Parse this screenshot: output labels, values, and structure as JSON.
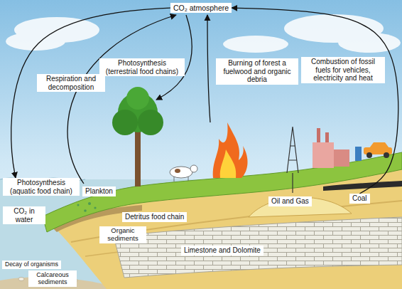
{
  "diagram": {
    "nodes": [
      {
        "text": [
          "CO₂ atmosphere"
        ]
      },
      {
        "text": [
          "Photosynthesis (terrestrial food chains)"
        ]
      },
      {
        "text": [
          "Burning of forest a fuelwood and organic debria"
        ]
      },
      {
        "text": [
          "Combustion of fossil fuels for vehicles, electricity and heat"
        ]
      },
      {
        "text": [
          "Respiration and decomposition"
        ]
      },
      {
        "text": [
          "Photosynthesis (aquatic food chain)"
        ]
      },
      {
        "text": [
          "Plankton"
        ]
      },
      {
        "text": [
          "CO₂ in water"
        ]
      },
      {
        "text": [
          "Detritus food chain"
        ]
      },
      {
        "text": [
          "Organic sediments"
        ]
      },
      {
        "text": [
          "Oil and Gas"
        ]
      },
      {
        "text": [
          "Coal"
        ]
      },
      {
        "text": [
          "Limestone and Dolomite"
        ]
      },
      {
        "text": [
          "Decay of organisms"
        ]
      },
      {
        "text": [
          "Calcareous sediments"
        ]
      }
    ],
    "edges": [
      {
        "from": 0,
        "to": 5,
        "arrow": "to"
      },
      {
        "from": 11,
        "to": 0,
        "arrow": "to"
      }
    ]
  }
}
